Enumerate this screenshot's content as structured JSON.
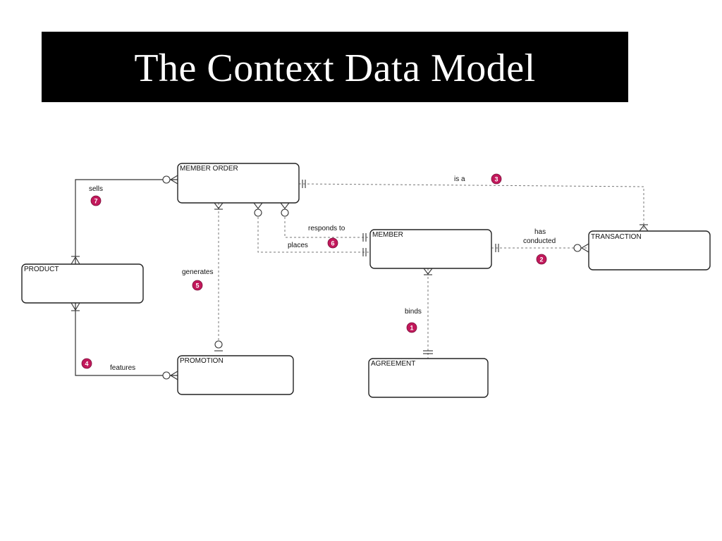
{
  "title": "The Context Data Model",
  "colors": {
    "badge": "#c2185b",
    "title_bg": "#000000",
    "title_fg": "#ffffff"
  },
  "entities": {
    "member_order": "MEMBER ORDER",
    "member": "MEMBER",
    "transaction": "TRANSACTION",
    "product": "PRODUCT",
    "promotion": "PROMOTION",
    "agreement": "AGREEMENT"
  },
  "relationships": {
    "binds": {
      "label": "binds",
      "number": "1"
    },
    "has_conducted": {
      "label_line1": "has",
      "label_line2": "conducted",
      "number": "2"
    },
    "is_a": {
      "label": "is a",
      "number": "3"
    },
    "features": {
      "label": "features",
      "number": "4"
    },
    "generates": {
      "label": "generates",
      "number": "5"
    },
    "responds_to": {
      "label": "responds to"
    },
    "places": {
      "label": "places",
      "number": "6"
    },
    "sells": {
      "label": "sells",
      "number": "7"
    }
  }
}
